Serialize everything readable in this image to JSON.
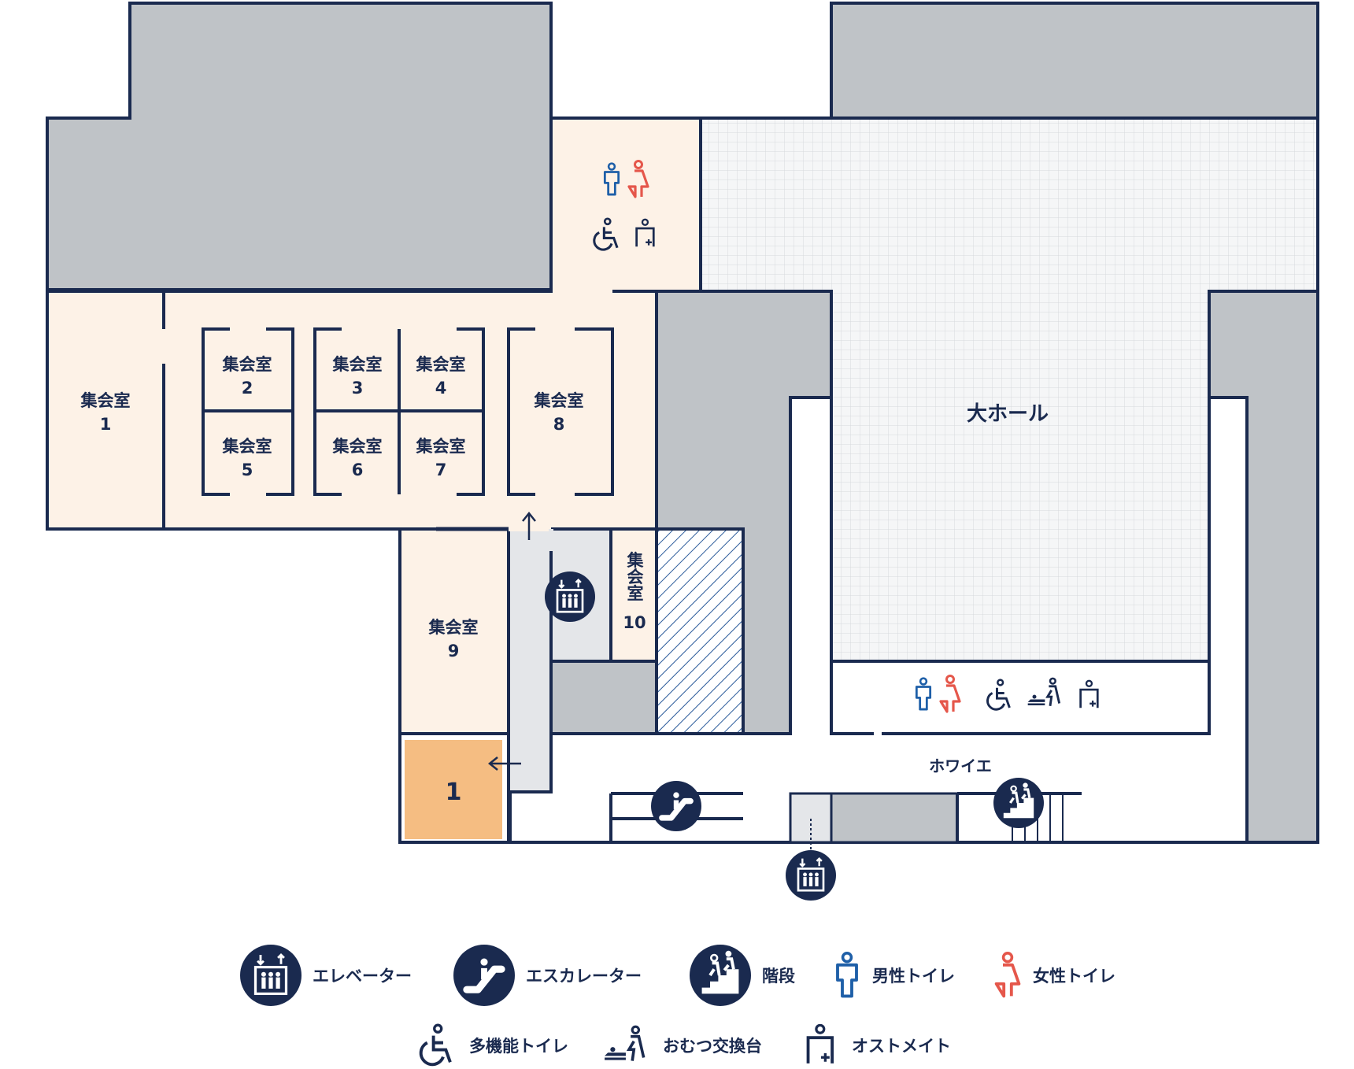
{
  "colors": {
    "outline": "#1a2a4f",
    "gray_block": "#bfc3c7",
    "cream_room": "#fdf2e7",
    "highlight": "#f5bd82",
    "corridor": "#e4e6e9",
    "hall_grid": "#f4f5f6",
    "male": "#1e5fa8",
    "female": "#e5574b"
  },
  "rooms": {
    "r1": {
      "name": "集会室",
      "num": "1"
    },
    "r2": {
      "name": "集会室",
      "num": "2"
    },
    "r3": {
      "name": "集会室",
      "num": "3"
    },
    "r4": {
      "name": "集会室",
      "num": "4"
    },
    "r5": {
      "name": "集会室",
      "num": "5"
    },
    "r6": {
      "name": "集会室",
      "num": "6"
    },
    "r7": {
      "name": "集会室",
      "num": "7"
    },
    "r8": {
      "name": "集会室",
      "num": "8"
    },
    "r9": {
      "name": "集会室",
      "num": "9"
    },
    "r10": {
      "name": "集会室",
      "num": "10"
    }
  },
  "hall": {
    "name": "大ホール"
  },
  "foyer": {
    "name": "ホワイエ"
  },
  "current_location": {
    "number": "1"
  },
  "legend": {
    "elevator": {
      "label": "エレベーター",
      "icon": "elevator-icon"
    },
    "escalator": {
      "label": "エスカレーター",
      "icon": "escalator-icon"
    },
    "stairs": {
      "label": "階段",
      "icon": "stairs-icon"
    },
    "male_toilet": {
      "label": "男性トイレ",
      "icon": "male-toilet-icon"
    },
    "female_toilet": {
      "label": "女性トイレ",
      "icon": "female-toilet-icon"
    },
    "multipurpose_toilet": {
      "label": "多機能トイレ",
      "icon": "wheelchair-icon"
    },
    "diaper_changing": {
      "label": "おむつ交換台",
      "icon": "diaper-changing-icon"
    },
    "ostomate": {
      "label": "オストメイト",
      "icon": "ostomate-icon"
    }
  }
}
